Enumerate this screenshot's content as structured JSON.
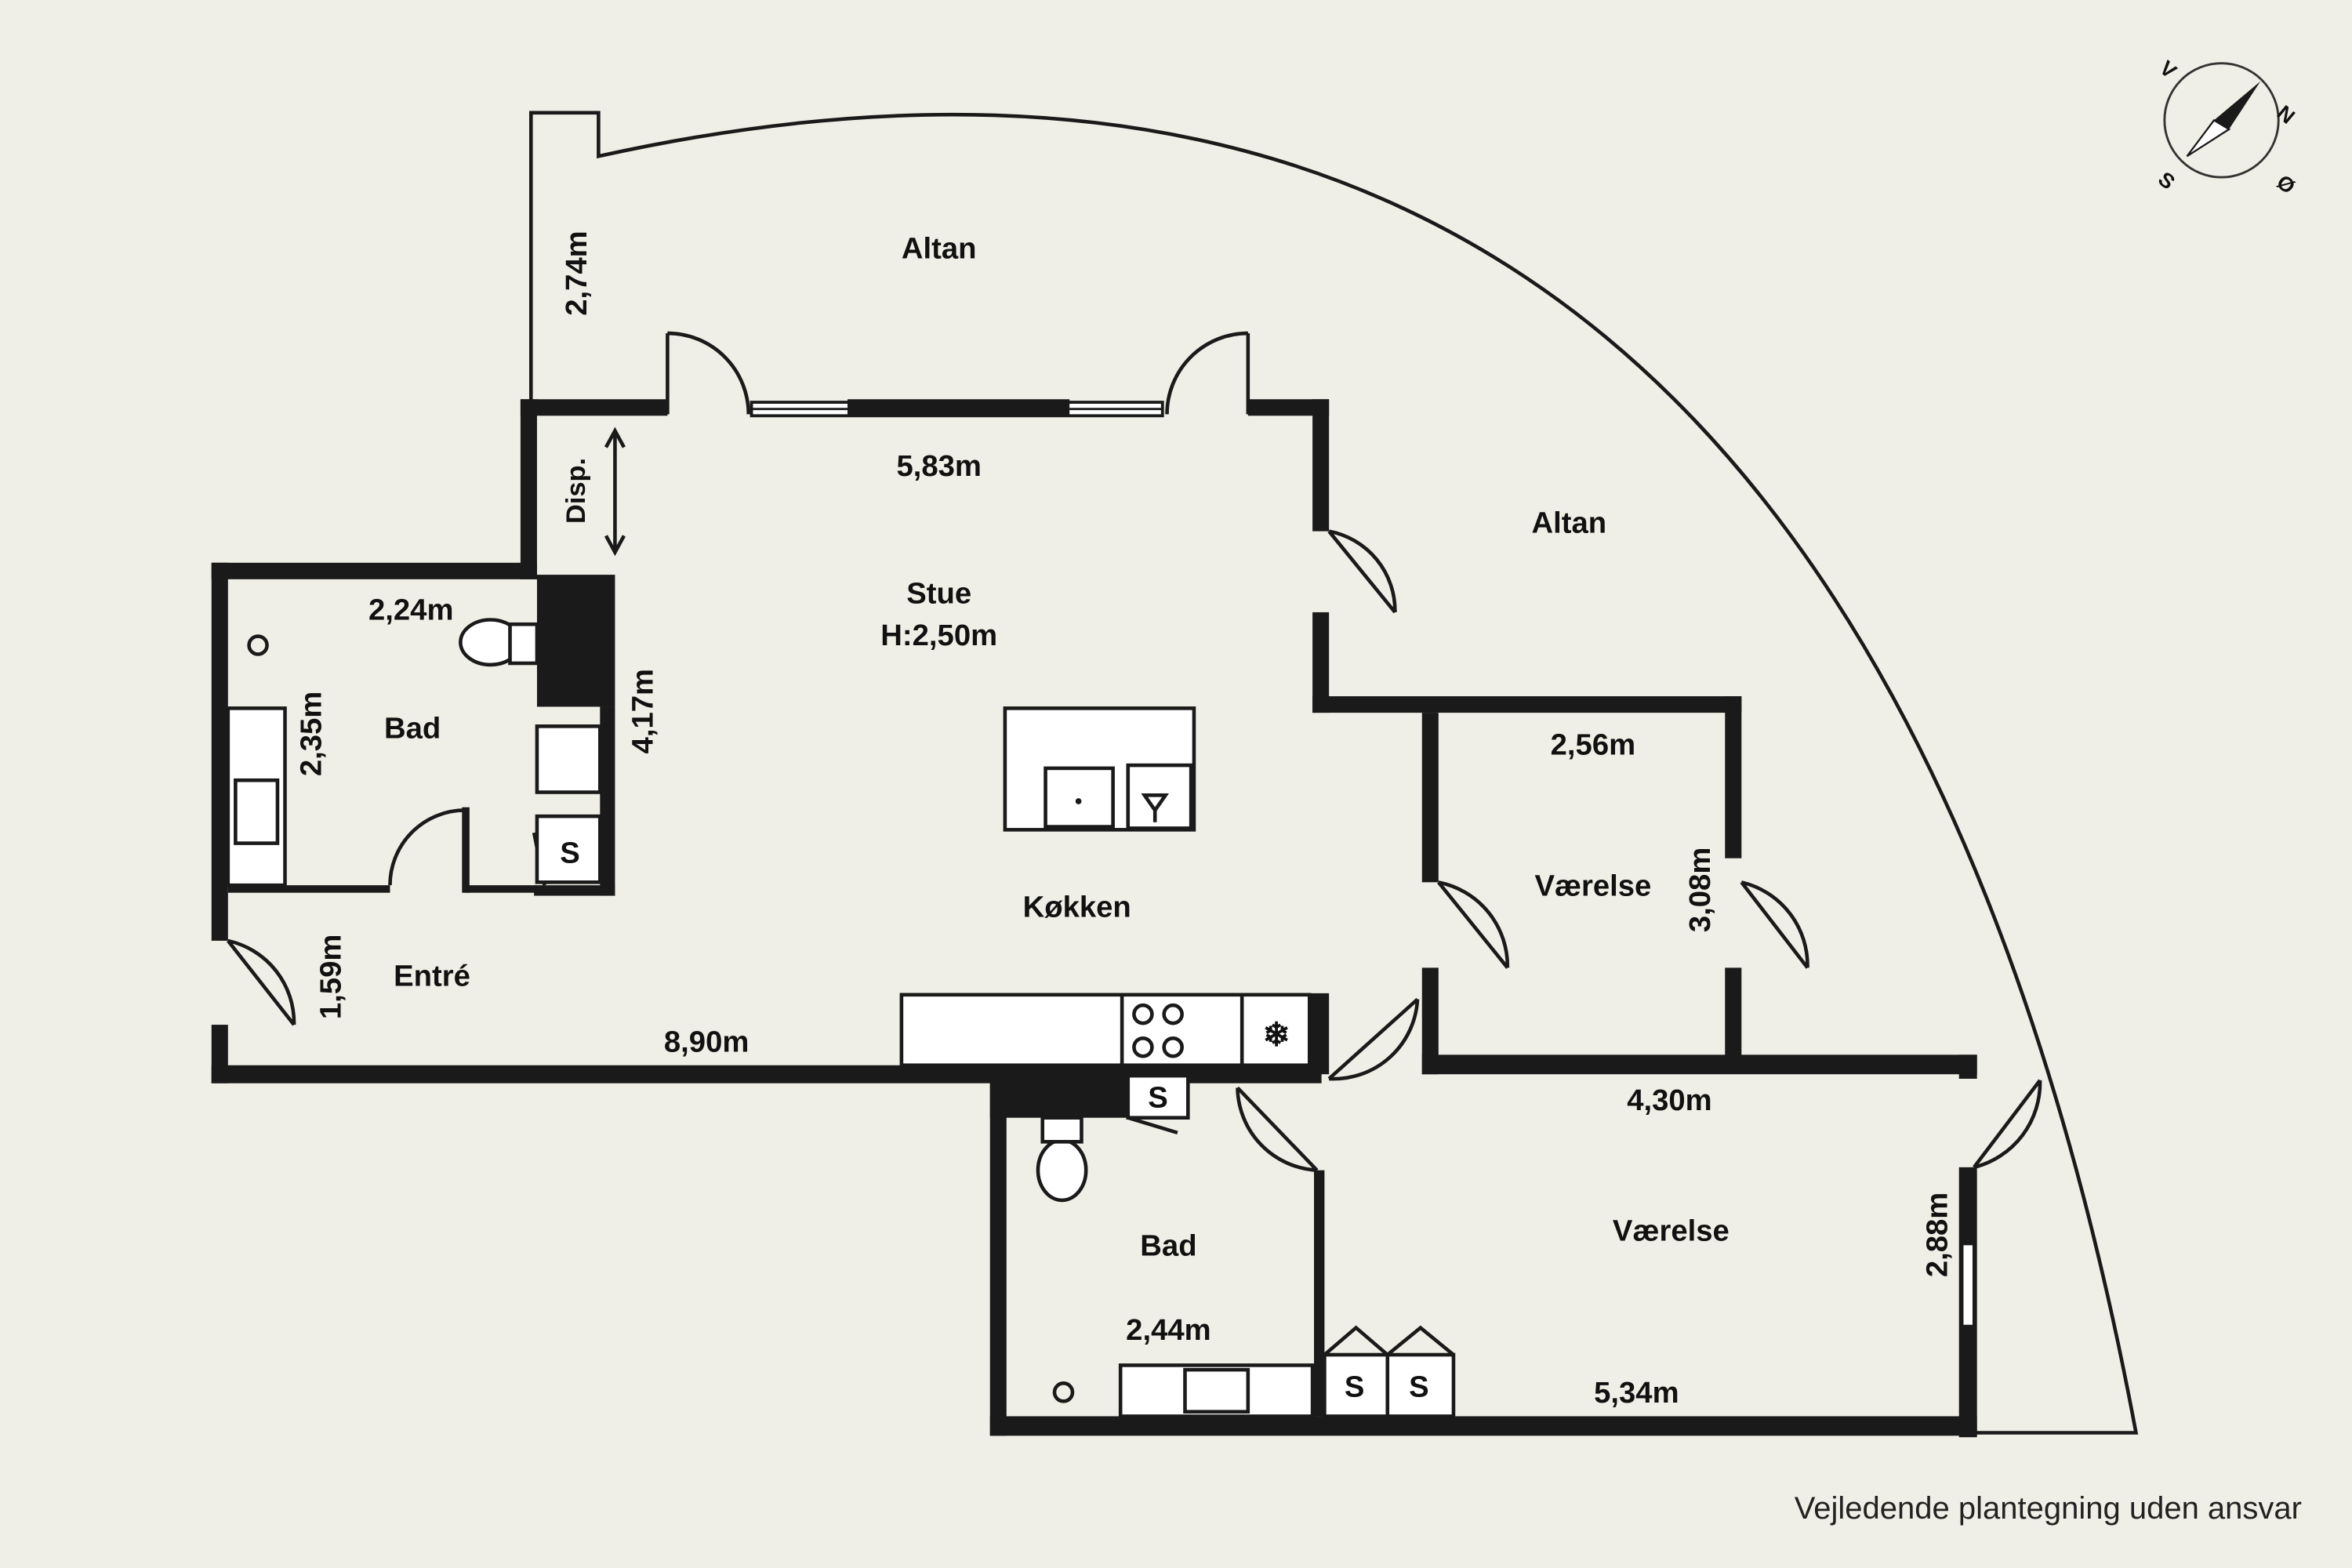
{
  "rooms": {
    "altan_top": "Altan",
    "altan_right": "Altan",
    "stue": "Stue",
    "stue_height": "H:2,50m",
    "disp": "Disp.",
    "bad_left": "Bad",
    "entre": "Entré",
    "kokken": "Køkken",
    "vaerelse_small": "Værelse",
    "vaerelse_large": "Værelse",
    "bad_bottom": "Bad"
  },
  "dimensions": {
    "altan_depth": "2,74m",
    "stue_width": "5,83m",
    "bad_left_width": "2,24m",
    "bad_left_depth": "2,35m",
    "stue_depth": "4,17m",
    "entre_depth": "1,59m",
    "total_width": "8,90m",
    "vaerelse_small_width": "2,56m",
    "vaerelse_small_depth": "3,08m",
    "vaerelse_large_width": "4,30m",
    "vaerelse_large_depth": "2,88m",
    "bad_bottom_width": "2,44m",
    "vaerelse_large_width_bottom": "5,34m"
  },
  "storage_label": "S",
  "compass": {
    "n": "N",
    "s": "S",
    "e": "Ø",
    "w": "V"
  },
  "disclaimer": "Vejledende plantegning uden ansvar"
}
